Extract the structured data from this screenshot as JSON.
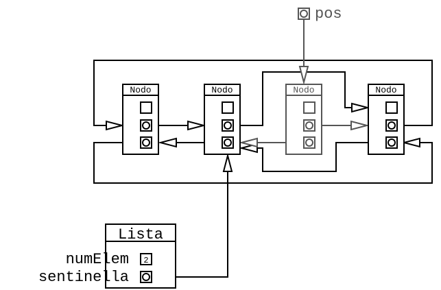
{
  "colors": {
    "active": "#000000",
    "inactive": "#555555"
  },
  "pointer": {
    "label": "pos",
    "target": "nodo-3"
  },
  "nodes": [
    {
      "id": "nodo-1",
      "title": "Nodo",
      "state": "active",
      "fields": [
        "info",
        "next",
        "prev"
      ]
    },
    {
      "id": "nodo-2",
      "title": "Nodo",
      "state": "active",
      "fields": [
        "info",
        "next",
        "prev"
      ],
      "role": "sentinel"
    },
    {
      "id": "nodo-3",
      "title": "Nodo",
      "state": "removed",
      "fields": [
        "info",
        "next",
        "prev"
      ]
    },
    {
      "id": "nodo-4",
      "title": "Nodo",
      "state": "active",
      "fields": [
        "info",
        "next",
        "prev"
      ]
    }
  ],
  "lista": {
    "title": "Lista",
    "fields": [
      {
        "name": "numElem",
        "value": "2"
      },
      {
        "name": "sentinella",
        "value": "pointer"
      }
    ]
  },
  "links": [
    {
      "from": "nodo-1.next",
      "to": "nodo-2"
    },
    {
      "from": "nodo-2.next",
      "to": "nodo-4"
    },
    {
      "from": "nodo-4.next",
      "to": "nodo-1"
    },
    {
      "from": "nodo-1.prev",
      "to": "nodo-4"
    },
    {
      "from": "nodo-2.prev",
      "to": "nodo-1"
    },
    {
      "from": "nodo-4.prev",
      "to": "nodo-2"
    },
    {
      "from": "nodo-3.next",
      "to": "nodo-4"
    },
    {
      "from": "nodo-3.prev",
      "to": "nodo-2"
    },
    {
      "from": "lista.sentinella",
      "to": "nodo-2"
    },
    {
      "from": "pos",
      "to": "nodo-3"
    }
  ]
}
